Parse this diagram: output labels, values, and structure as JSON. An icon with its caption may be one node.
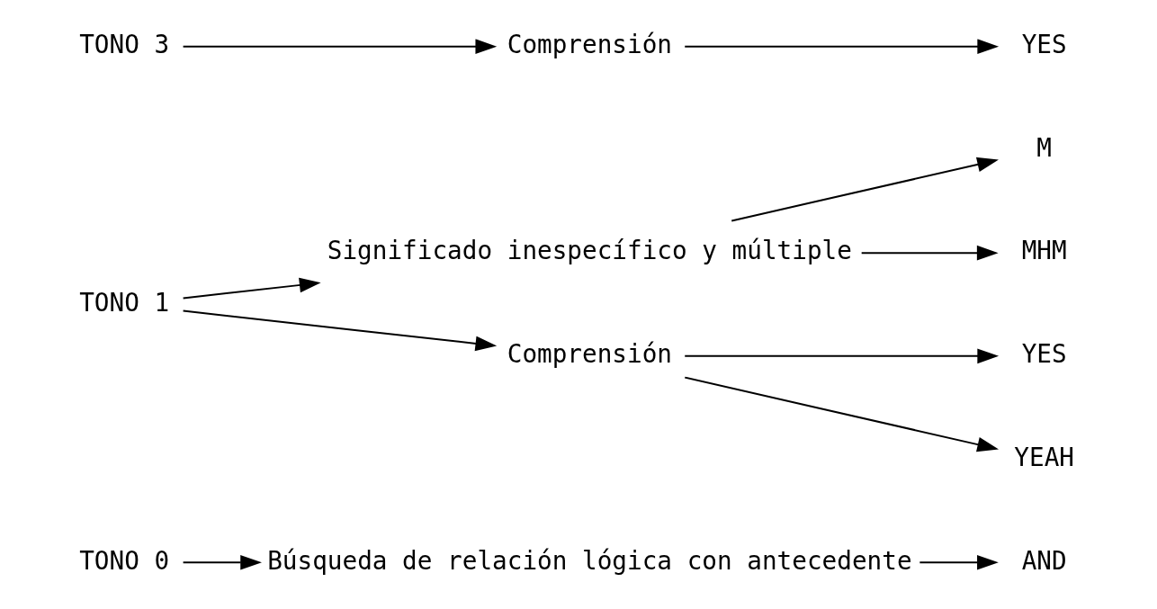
{
  "diagram": {
    "nodes": [
      {
        "text": [
          "TONO 0"
        ]
      },
      {
        "text": [
          "Búsqueda de relación lógica con antecedente"
        ]
      },
      {
        "text": [
          "AND"
        ]
      },
      {
        "text": [
          "TONO 1"
        ]
      },
      {
        "text": [
          "Significado inespecífico y múltiple"
        ]
      },
      {
        "text": [
          "M"
        ]
      },
      {
        "text": [
          "MHM"
        ]
      },
      {
        "text": [
          "Comprensión"
        ]
      },
      {
        "text": [
          "YES"
        ]
      },
      {
        "text": [
          "YEAH"
        ]
      },
      {
        "text": [
          "TONO 3"
        ]
      },
      {
        "text": [
          "Comprensión"
        ]
      },
      {
        "text": [
          "YES"
        ]
      }
    ],
    "edges": [
      {
        "from": 0,
        "to": 1,
        "arrow": "to"
      },
      {
        "from": 1,
        "to": 2,
        "arrow": "to"
      },
      {
        "from": 3,
        "to": 4,
        "arrow": "to"
      },
      {
        "from": 3,
        "to": 7,
        "arrow": "to"
      },
      {
        "from": 4,
        "to": 5,
        "arrow": "to"
      },
      {
        "from": 4,
        "to": 6,
        "arrow": "to"
      },
      {
        "from": 7,
        "to": 8,
        "arrow": "to"
      },
      {
        "from": 7,
        "to": 9,
        "arrow": "to"
      },
      {
        "from": 10,
        "to": 11,
        "arrow": "to"
      },
      {
        "from": 11,
        "to": 12,
        "arrow": "to"
      }
    ]
  }
}
